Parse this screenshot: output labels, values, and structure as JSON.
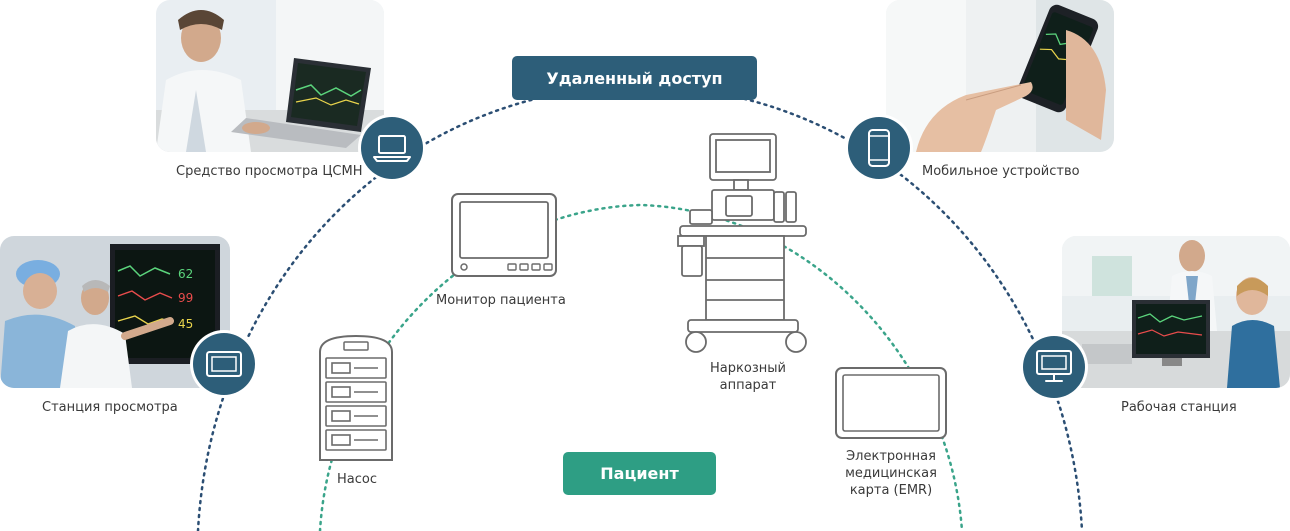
{
  "remote_access": {
    "label": "Удаленный доступ"
  },
  "patient": {
    "label": "Пациент"
  },
  "nodes": {
    "cms_viewer": {
      "label": "Средство просмотра ЦСМН",
      "icon": "laptop-icon"
    },
    "mobile": {
      "label": "Мобильное устройство",
      "icon": "smartphone-icon"
    },
    "viewing_station": {
      "label": "Станция просмотра",
      "icon": "monitor-icon"
    },
    "workstation": {
      "label": "Рабочая станция",
      "icon": "desktop-icon"
    },
    "patient_monitor": {
      "label": "Монитор пациента",
      "icon": "patient-monitor-icon"
    },
    "pump": {
      "label": "Насос",
      "icon": "infusion-pump-icon"
    },
    "anesthesia": {
      "label_line1": "Наркозный",
      "label_line2": "аппарат",
      "icon": "anesthesia-machine-icon"
    },
    "emr": {
      "label_line1": "Электронная",
      "label_line2": "медицинская",
      "label_line3": "карта (EMR)",
      "icon": "emr-display-icon"
    }
  },
  "colors": {
    "remote_blue": "#2d5e79",
    "patient_teal": "#2e9e84",
    "outer_dots": "#2b4e73",
    "inner_dots": "#3aa48a",
    "device_stroke": "#6b6b6b"
  }
}
